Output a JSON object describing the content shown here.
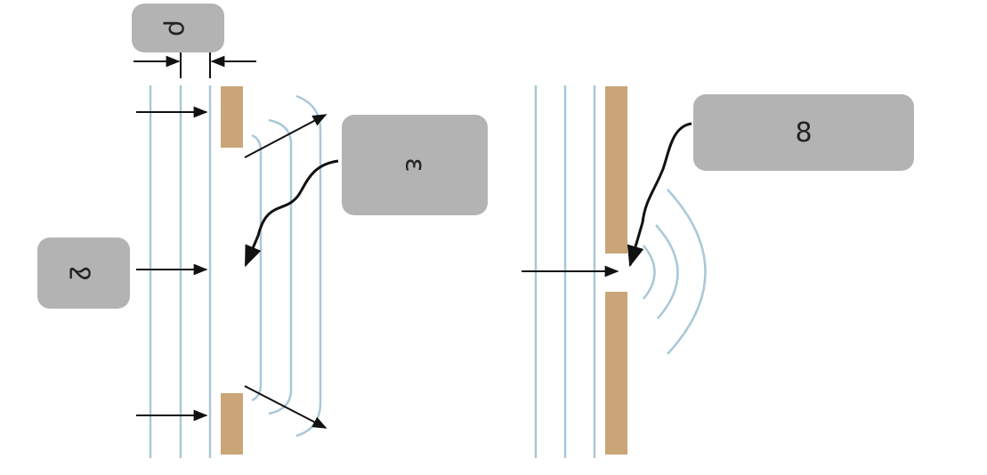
{
  "diagram": {
    "title": "Diffraction of plane waves through a wide gap and a narrow gap",
    "colors": {
      "wavefront": "#a9c8d8",
      "barrier": "#c9a577",
      "arrow": "#111111",
      "label_box": "#b3b3b3",
      "background": "#ffffff"
    },
    "labels": [
      {
        "id": "wavelength",
        "text": "ρ",
        "note": "redacted label, scribbled"
      },
      {
        "id": "diffracted-wavefronts",
        "text": "ε",
        "note": "redacted label, scribbled"
      },
      {
        "id": "wide-gap",
        "text": "ջ",
        "note": "redacted label, scribbled"
      },
      {
        "id": "narrow-gap",
        "text": "8",
        "note": "redacted label, scribbled"
      }
    ],
    "panels": [
      {
        "id": "wide-gap-panel",
        "incident_wavefronts": 3,
        "diffracted_wavefronts": 3,
        "barrier_segments": 2
      },
      {
        "id": "narrow-gap-panel",
        "incident_wavefronts": 3,
        "diffracted_wavefronts": 3,
        "barrier_segments": 2
      }
    ]
  }
}
